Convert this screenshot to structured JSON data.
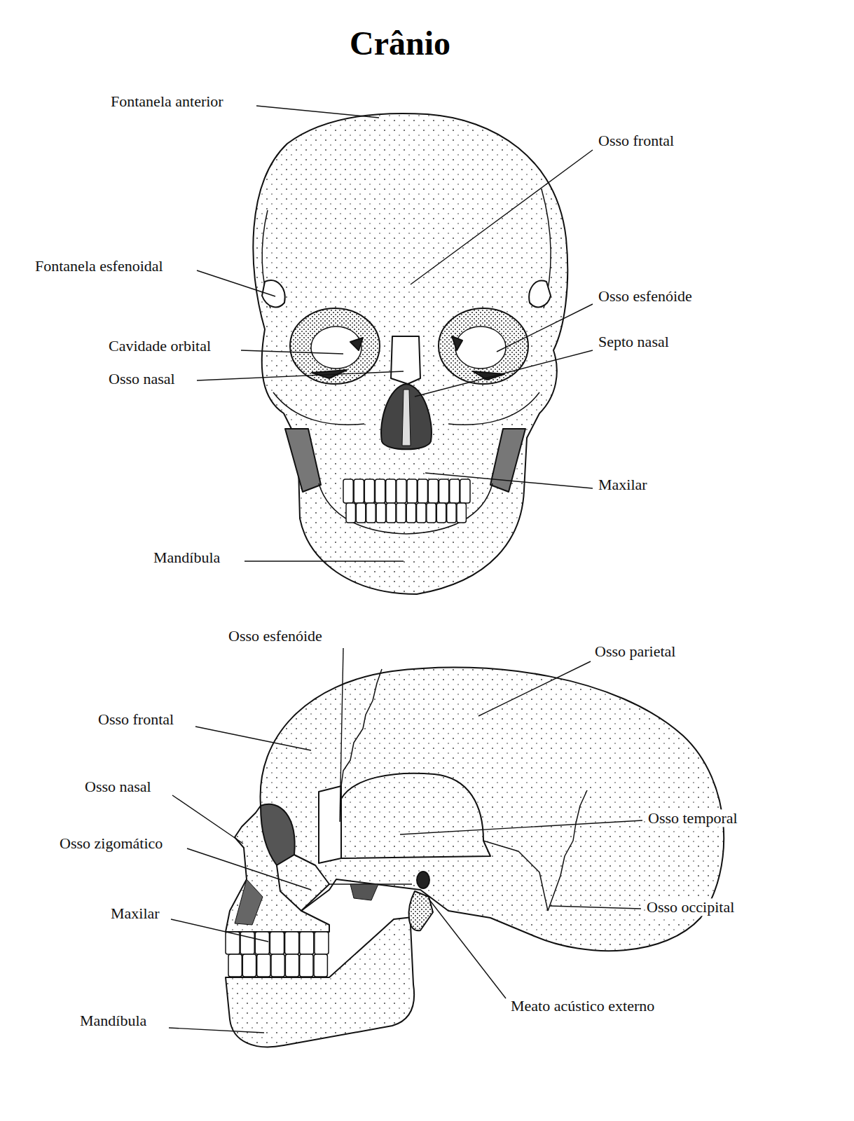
{
  "diagram": {
    "title": "Crânio",
    "labels": [
      "Fontanela anterior",
      "Osso frontal",
      "Fontanela esfenoidal",
      "Osso esfenóide",
      "Septo nasal",
      "Cavidade orbital",
      "Osso nasal",
      "Maxilar",
      "Mandíbula",
      "Osso esfenóide",
      "Osso parietal",
      "Osso frontal",
      "Osso nasal",
      "Osso temporal",
      "Osso zigomático",
      "Osso occipital",
      "Maxilar",
      "Meato acústico externo",
      "Mandíbula"
    ]
  }
}
